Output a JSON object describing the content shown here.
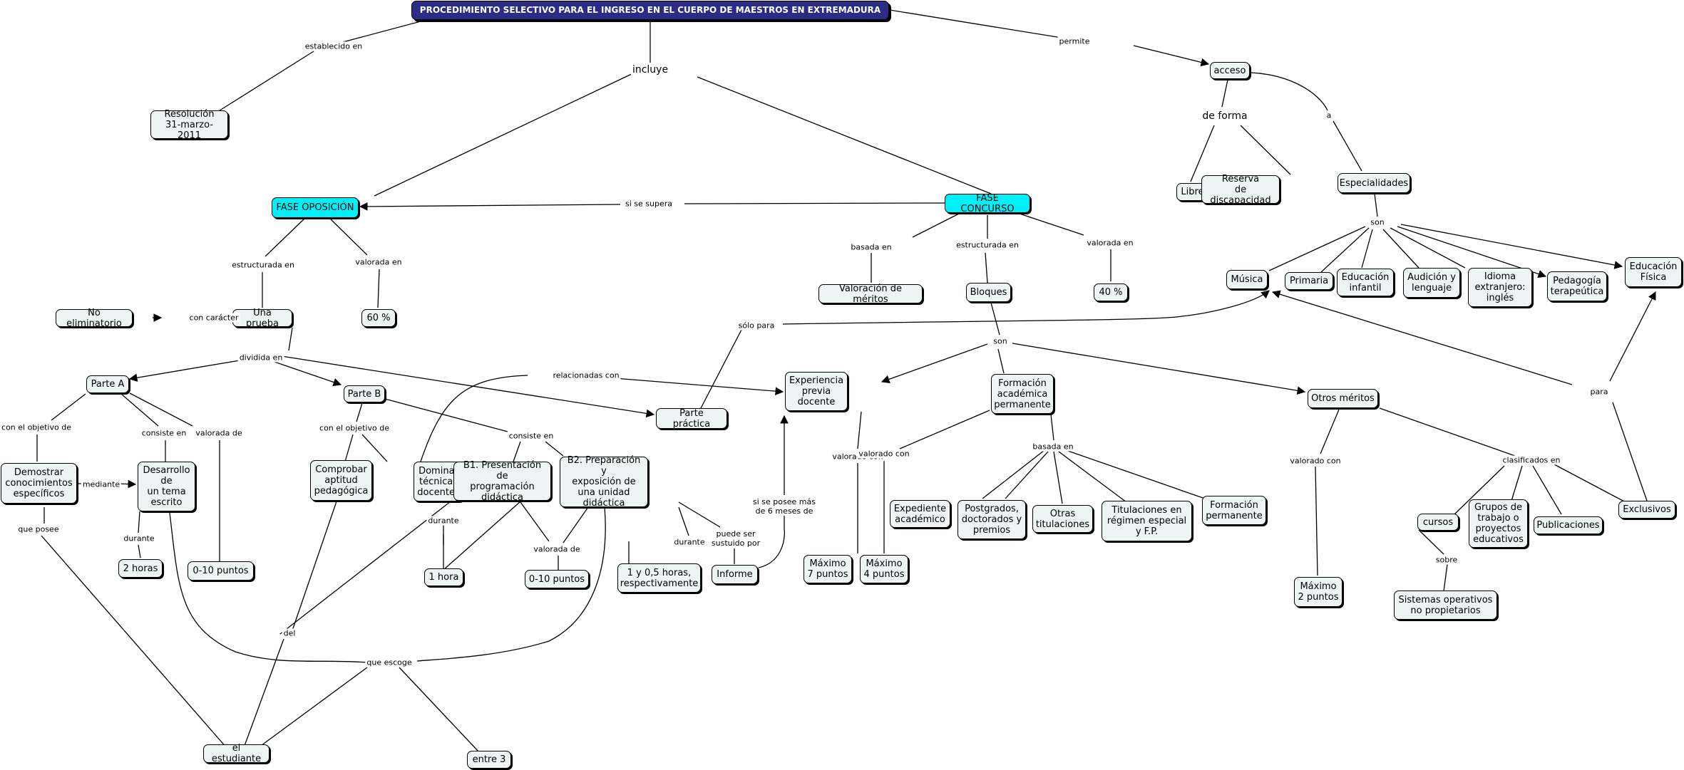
{
  "concepts": {
    "main": "PROCEDIMIENTO SELECTIVO PARA EL INGRESO EN EL CUERPO DE MAESTROS EN EXTREMADURA",
    "resolucion": "Resolución\n31-marzo-2011",
    "fase_oposicion": "FASE OPOSICIÓN",
    "fase_concurso": "FASE CONCURSO",
    "acceso": "acceso",
    "libre": "Libre",
    "reserva": "Reserva\nde discapacidad",
    "especialidades": "Especialidades",
    "musica": "Música",
    "primaria": "Primaria",
    "ed_infantil": "Educación\ninfantil",
    "audicion": "Audición y\nlenguaje",
    "idioma": "Idioma\nextranjero:\ninglés",
    "pedagogia": "Pedagogía\nterapeútica",
    "ed_fisica": "Educación\nFísica",
    "no_eliminatorio": "No eliminatorio",
    "una_prueba": "Una prueba",
    "sesenta": "60 %",
    "parte_a": "Parte A",
    "parte_b": "Parte B",
    "parte_practica": "Parte práctica",
    "demostrar": "Demostrar\nconocimientos\nespecíficos",
    "desarrollo": "Desarrollo\nde\nun tema\nescrito",
    "dos_horas": "2 horas",
    "diez_a": "0-10 puntos",
    "comprobar": "Comprobar\naptitud\npedagógica",
    "dominar": "Dominar\ntécnicas\ndocentes",
    "b1": "B1. Presentación de\nprogramación\ndidáctica",
    "b2": "B2. Preparación y\nexposición de\nuna unidad\ndidáctica",
    "una_hora": "1 hora",
    "diez_b": "0-10 puntos",
    "horas_b2": "1 y 0,5 horas,\nrespectivamente",
    "informe": "Informe",
    "estudiante": "el estudiante",
    "entre3": "entre 3",
    "valoracion": "Valoración de méritos",
    "bloques": "Bloques",
    "cuarenta": "40 %",
    "experiencia": "Experiencia\nprevia\ndocente",
    "formacion": "Formación\nacadémica\npermanente",
    "otros": "Otros méritos",
    "max7": "Máximo\n7 puntos",
    "max4": "Máximo\n4 puntos",
    "expediente": "Expediente\nacadémico",
    "postgrados": "Postgrados,\ndoctorados y\npremios",
    "otras_tit": "Otras\ntitulaciones",
    "tit_regimen": "Titulaciones en\nrégimen especial\ny F.P.",
    "form_perm": "Formación\npermanente",
    "max2": "Máximo\n2 puntos",
    "cursos": "cursos",
    "grupos": "Grupos de\ntrabajo o\nproyectos\neducativos",
    "publicaciones": "Publicaciones",
    "exclusivos": "Exclusivos",
    "sistemas": "Sistemas operativos\nno propietarios"
  },
  "links": {
    "establecido": "establecido en",
    "incluye": "incluye",
    "permite": "permite",
    "de_forma": "de forma",
    "a": "a",
    "si_supera": "si se supera",
    "son_esp": "son",
    "estructurada_op": "estructurada en",
    "valorada_op": "valorada en",
    "con_caracter": "con carácter",
    "dividida": "dividida en",
    "relacionadas": "relacionadas con",
    "solo_para": "sólo para",
    "objetivo_a": "con el objetivo de",
    "consiste_a": "consiste en",
    "valorada_de_a": "valorada de",
    "mediante": "mediante",
    "durante_a": "durante",
    "que_posee": "que posee",
    "objetivo_b": "con el objetivo de",
    "consiste_b": "consiste en",
    "durante_b1": "durante",
    "valorada_de_b": "valorada de",
    "durante_b2": "durante",
    "sustituido": "puede ser\nsustuido por",
    "si_posee": "si se posee más\nde 6 meses de",
    "del": "del",
    "que_escoge": "que escoge",
    "basada_con": "basada en",
    "estructurada_con": "estructurada en",
    "valorada_con_fase": "valorada en",
    "son_bloques": "son",
    "valorado_con_exp": "valorado con",
    "valorado_con_form": "valorado con",
    "basada_form": "basada en",
    "valorado_con_otros": "valorado con",
    "clasificados": "clasificados en",
    "sobre": "sobre",
    "para": "para"
  },
  "colors": {
    "node": "#eef3f4",
    "phase": "#00f0f8",
    "main": "#2c2c86"
  }
}
